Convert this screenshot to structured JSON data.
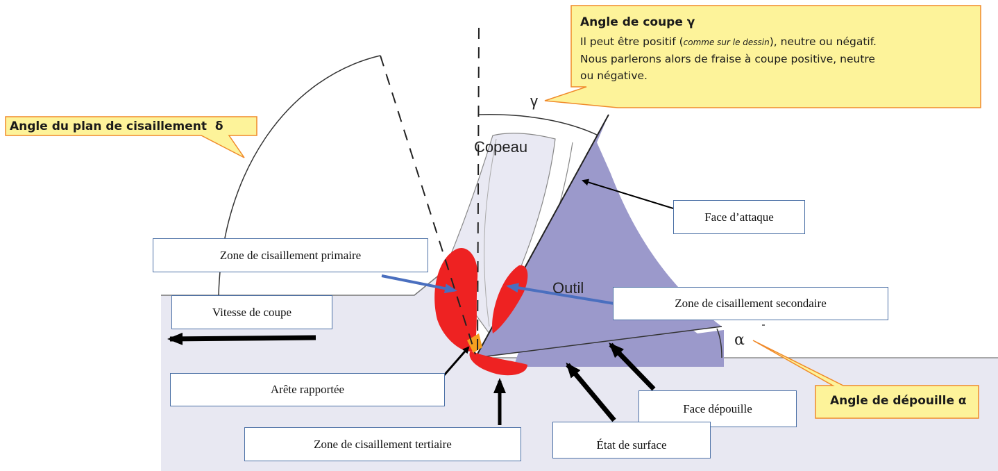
{
  "labels": {
    "copeau": "Copeau",
    "outil": "Outil",
    "gamma": "γ",
    "alpha": "α"
  },
  "callouts": {
    "gamma": {
      "title": "Angle de coupe γ",
      "line1_start": "Il peut être positif (",
      "line1_italic": "comme sur le dessin",
      "line1_end": "), neutre ou négatif.",
      "line2": "Nous parlerons alors de fraise à coupe positive, neutre",
      "line3": "ou négative."
    },
    "delta": "Angle du plan de cisaillement  δ",
    "alpha": "Angle de dépouille α"
  },
  "boxes": {
    "face_attaque": "Face d’attaque",
    "zone_primaire": "Zone de cisaillement primaire",
    "zone_secondaire": "Zone de cisaillement secondaire",
    "vitesse": "Vitesse de coupe",
    "arete": "Arête rapportée",
    "face_depouille": "Face dépouille",
    "zone_tertiaire": "Zone de cisaillement tertiaire",
    "etat_surface": "État de surface"
  },
  "colors": {
    "workpiece": "#e8e8f2",
    "tool": "#9b99cb",
    "shear_red": "#ee2222",
    "built_up_edge": "#f5a020",
    "callout_fill": "#fdf39a",
    "callout_border": "#f08a2a",
    "box_border": "#4a6fa5",
    "arrow_blue": "#4a6fbf"
  }
}
